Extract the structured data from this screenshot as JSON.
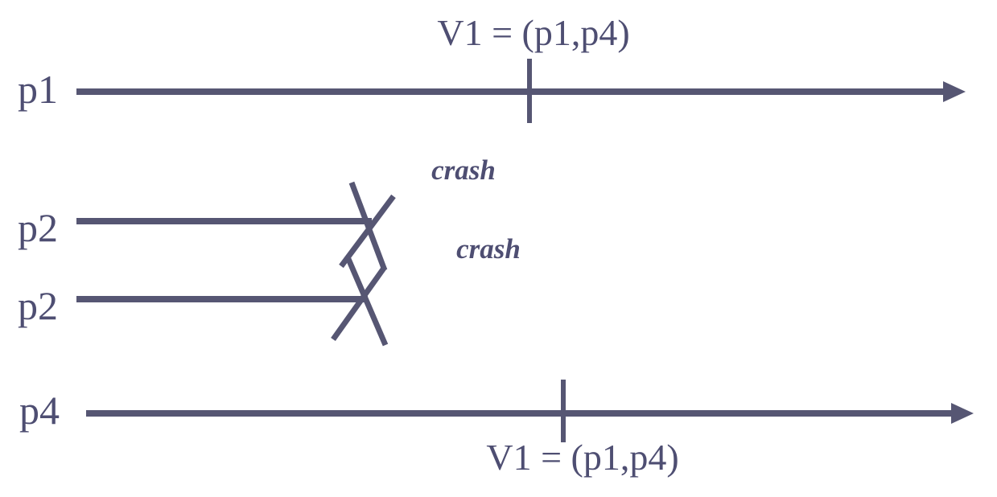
{
  "colors": {
    "ink": "#565673",
    "text": "#4e4e72",
    "background": "#ffffff"
  },
  "processes": [
    {
      "id": "p1",
      "label": "p1",
      "kind": "timeline-arrow",
      "event_marker": "view-tick"
    },
    {
      "id": "p2-upper",
      "label": "p2",
      "kind": "crashed",
      "crash_label": "crash"
    },
    {
      "id": "p2-lower",
      "label": "p2",
      "kind": "crashed",
      "crash_label": "crash"
    },
    {
      "id": "p4",
      "label": "p4",
      "kind": "timeline-arrow",
      "event_marker": "view-tick"
    }
  ],
  "views": {
    "v1_top_label": "V1 = (p1,p4)",
    "v1_bottom_label": "V1 = (p1,p4)"
  }
}
